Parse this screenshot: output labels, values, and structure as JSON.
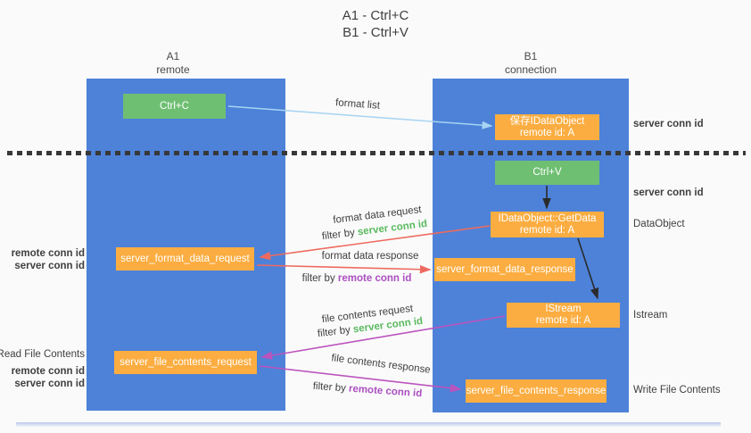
{
  "title": {
    "line1": "A1 - Ctrl+C",
    "line2": "B1 - Ctrl+V"
  },
  "columns": {
    "left": {
      "name": "A1",
      "subtitle": "remote"
    },
    "right": {
      "name": "B1",
      "subtitle": "connection"
    }
  },
  "nodes": {
    "ctrl_c": {
      "label": "Ctrl+C"
    },
    "ctrl_v": {
      "label": "Ctrl+V"
    },
    "save_dataobject": {
      "line1": "保存IDataObject",
      "line2": "remote id: A"
    },
    "getdata": {
      "line1": "IDataObject::GetData",
      "line2": "remote id: A"
    },
    "istream": {
      "line1": "IStream",
      "line2": "remote id: A"
    },
    "format_request": {
      "label": "server_format_data_request"
    },
    "format_response": {
      "label": "server_format_data_response"
    },
    "file_request": {
      "label": "server_file_contents_request"
    },
    "file_response": {
      "label": "server_file_contents_response"
    }
  },
  "edges": {
    "format_list": "format list",
    "format_data_request": "format data request",
    "format_data_response": "format data response",
    "file_contents_request": "file contents request",
    "file_contents_response": "file contents response",
    "filter_by": "filter by"
  },
  "annotations": {
    "server_conn_id": "server conn id",
    "remote_conn_id": "remote conn id",
    "dataobject": "DataObject",
    "istream": "Istream",
    "read_file_contents": "Read File Contents",
    "write_file_contents": "Write File Contents"
  },
  "colors": {
    "column_blue": "#4d82d8",
    "node_green": "#6ebf72",
    "node_orange": "#fbad41",
    "green_text": "#5aba5f",
    "purple_text": "#ab4fc0",
    "red_arrow": "#ee6a5f",
    "magenta_arrow": "#bb54be",
    "light_blue_arrow": "#a6d4f2",
    "black_arrow": "#2b2b2b"
  }
}
